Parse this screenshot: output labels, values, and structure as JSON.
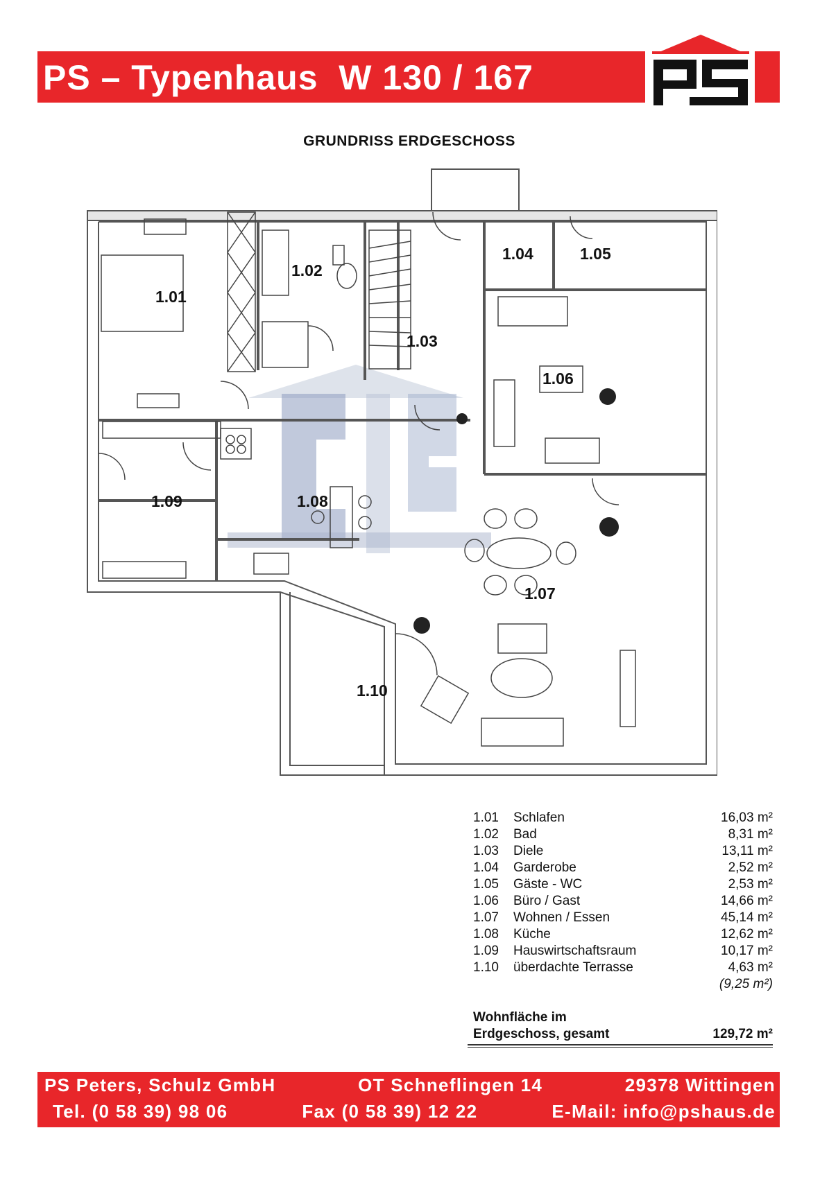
{
  "header": {
    "title": "PS – Typenhaus  W 130 / 167",
    "logo_text": "ps"
  },
  "floor_title": "GRUNDRISS ERDGESCHOSS",
  "rooms_on_plan": {
    "r101": "1.01",
    "r102": "1.02",
    "r103": "1.03",
    "r104": "1.04",
    "r105": "1.05",
    "r106": "1.06",
    "r107": "1.07",
    "r108": "1.08",
    "r109": "1.09",
    "r110": "1.10"
  },
  "areas": [
    {
      "num": "1.01",
      "name": "Schlafen",
      "value": "16,03 m²"
    },
    {
      "num": "1.02",
      "name": "Bad",
      "value": "8,31 m²"
    },
    {
      "num": "1.03",
      "name": "Diele",
      "value": "13,11 m²"
    },
    {
      "num": "1.04",
      "name": "Garderobe",
      "value": "2,52 m²"
    },
    {
      "num": "1.05",
      "name": "Gäste - WC",
      "value": "2,53 m²"
    },
    {
      "num": "1.06",
      "name": "Büro / Gast",
      "value": "14,66 m²"
    },
    {
      "num": "1.07",
      "name": "Wohnen / Essen",
      "value": "45,14 m²"
    },
    {
      "num": "1.08",
      "name": "Küche",
      "value": "12,62 m²"
    },
    {
      "num": "1.09",
      "name": "Hauswirtschaftsraum",
      "value": "10,17 m²"
    },
    {
      "num": "1.10",
      "name": "überdachte Terrasse",
      "value": "4,63 m²"
    }
  ],
  "terrace_full": "(9,25 m²)",
  "total": {
    "label_line1": "Wohnfläche im",
    "label_line2": "Erdgeschoss, gesamt",
    "value": "129,72 m²"
  },
  "footer": {
    "company": "PS Peters, Schulz GmbH",
    "address": "OT Schneflingen 14",
    "city": "29378 Wittingen",
    "tel": "Tel. (0 58 39) 98 06",
    "fax": "Fax (0 58 39) 12 22",
    "email": "E-Mail: info@pshaus.de"
  },
  "colors": {
    "brand_red": "#e8262a",
    "wall": "#555555"
  }
}
